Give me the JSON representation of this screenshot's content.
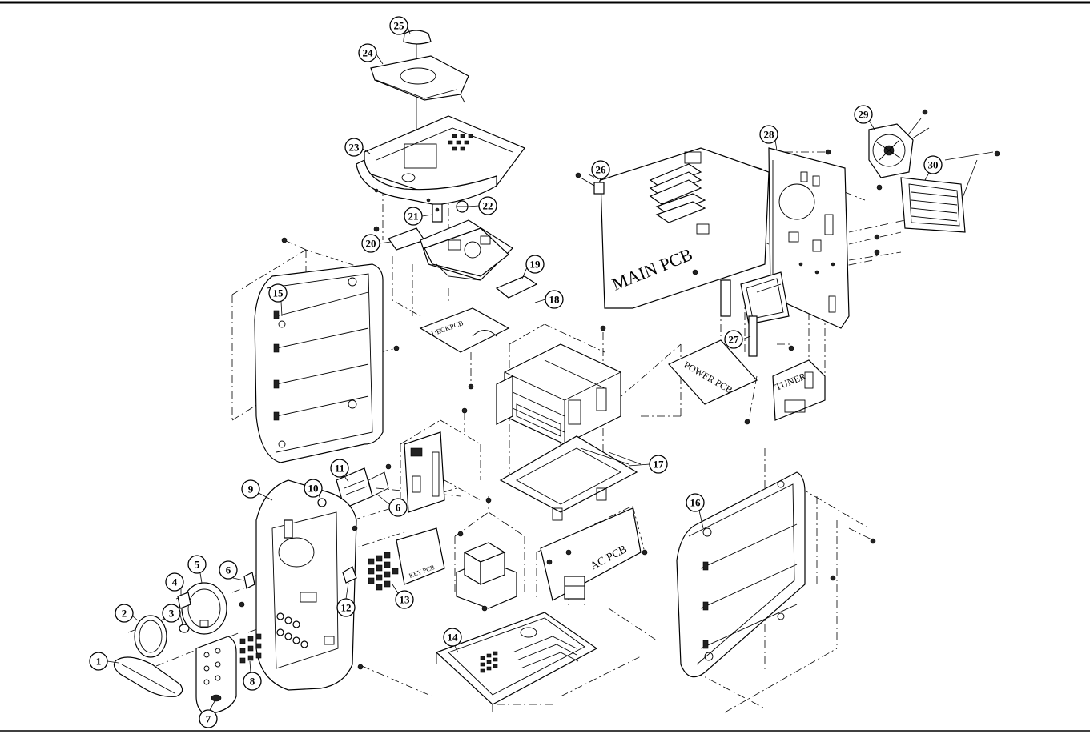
{
  "callouts": [
    "1",
    "2",
    "3",
    "4",
    "5",
    "6",
    "7",
    "8",
    "9",
    "10",
    "11",
    "12",
    "13",
    "14",
    "15",
    "16",
    "17",
    "18",
    "19",
    "20",
    "21",
    "22",
    "23",
    "24",
    "25",
    "26",
    "27",
    "28",
    "29",
    "30"
  ],
  "board_labels": {
    "main_pcb": "MAIN PCB",
    "power_pcb": "POWER PCB",
    "ac_pcb": "AC PCB",
    "tuner": "TUNER",
    "deck_pcb": "DECKPCB",
    "key_pcb": "KEY PCB"
  },
  "colors": {
    "line": "#000000",
    "background": "#ffffff"
  }
}
